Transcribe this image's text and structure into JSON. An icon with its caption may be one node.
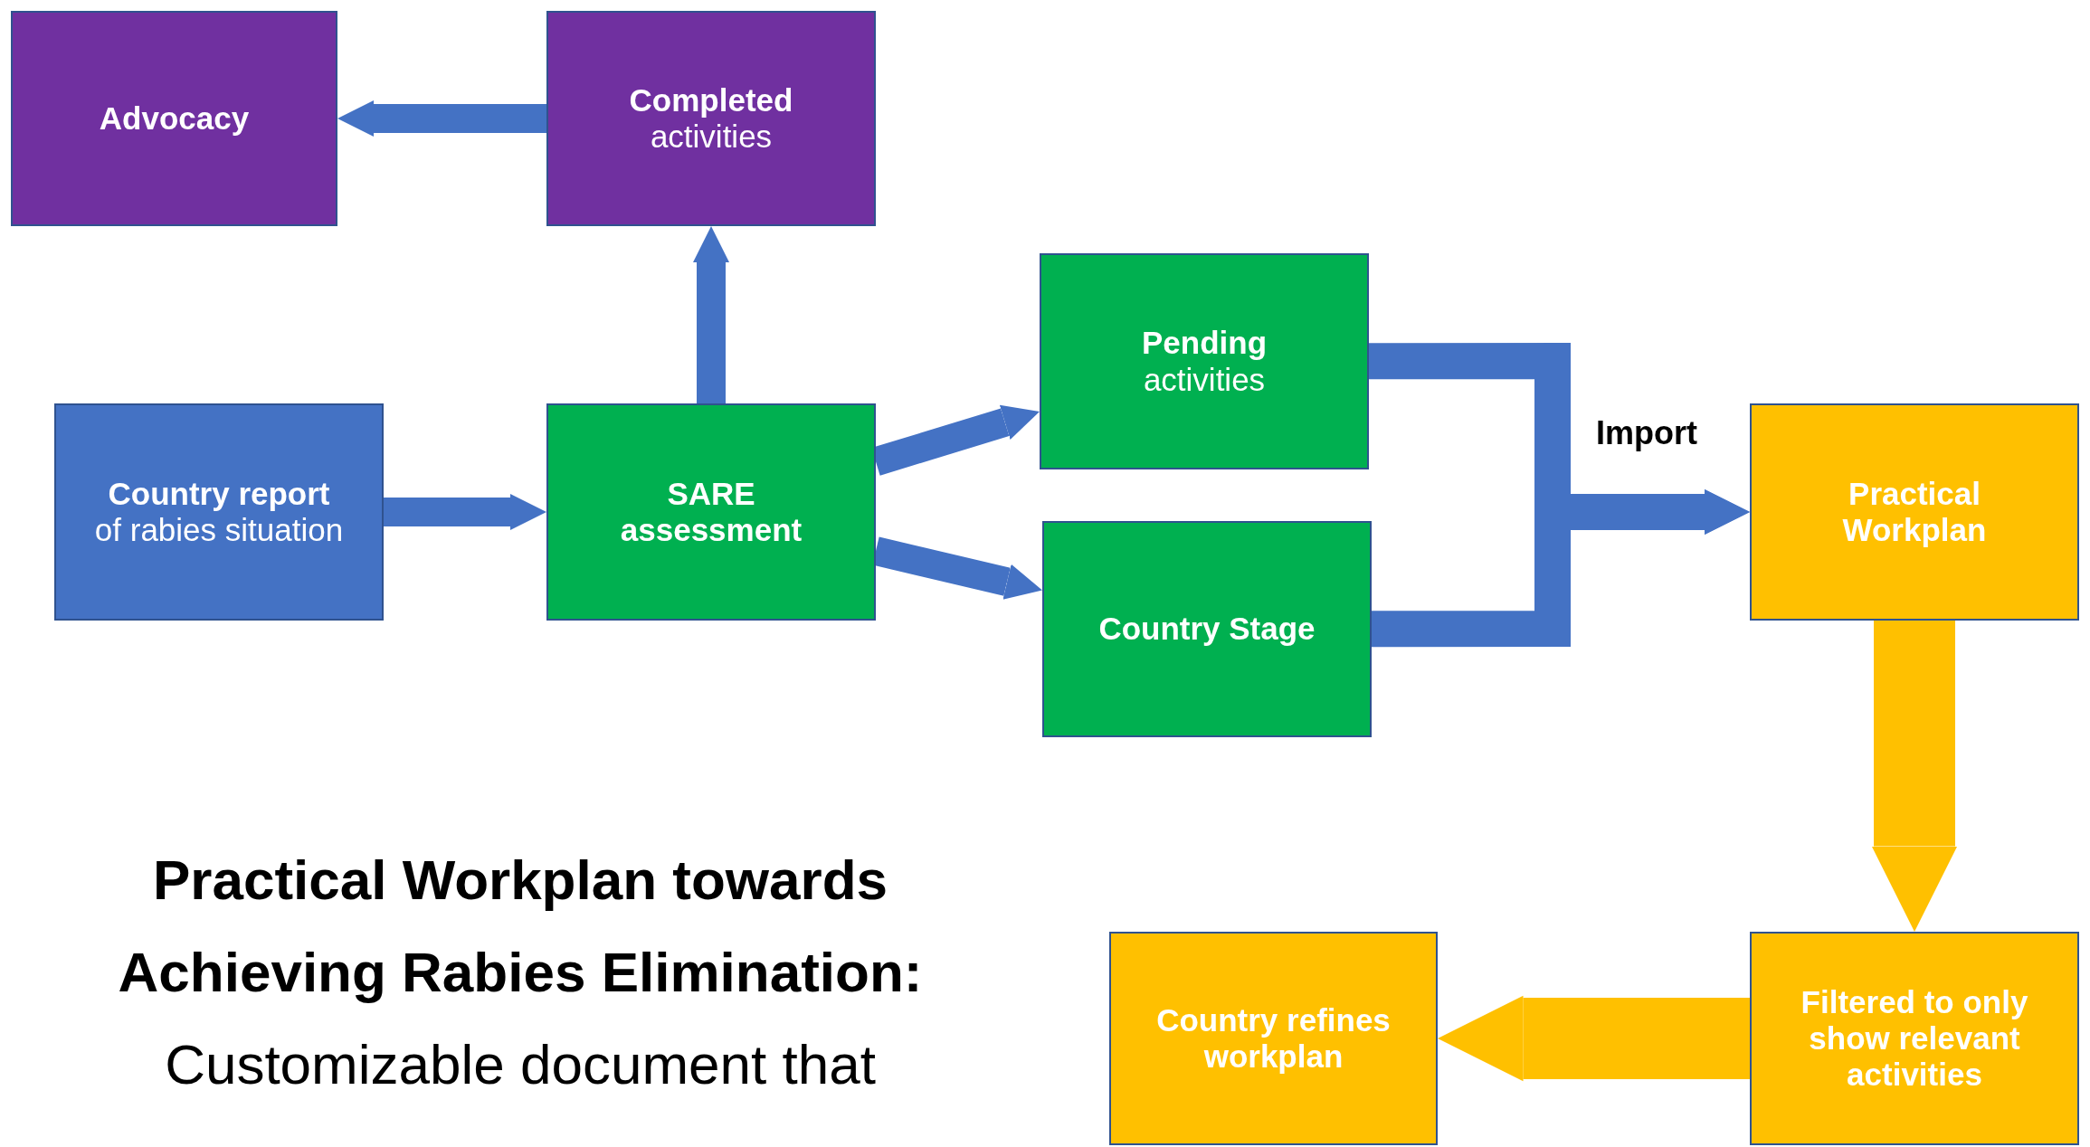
{
  "diagram": {
    "caption": "**Practical Workplan towards Achieving Rabies Elimination:** Customizable document that",
    "nodes": [
      {
        "text": [
          "Advocacy"
        ]
      },
      {
        "text": [
          "**Completed** activities"
        ]
      },
      {
        "text": [
          "**Country report** of rabies situation"
        ]
      },
      {
        "text": [
          "SARE assessment"
        ]
      },
      {
        "text": [
          "**Pending** activities"
        ]
      },
      {
        "text": [
          "Country Stage"
        ]
      },
      {
        "text": [
          "Practical Workplan"
        ]
      },
      {
        "text": [
          "Filtered to only show relevant activities"
        ]
      },
      {
        "text": [
          "Country refines workplan"
        ]
      }
    ],
    "edges": [
      {
        "from": 1,
        "to": 0,
        "arrow": "to"
      },
      {
        "from": 3,
        "to": 1,
        "arrow": "to"
      },
      {
        "from": 2,
        "to": 3,
        "arrow": "to"
      },
      {
        "from": 3,
        "to": 4,
        "arrow": "to"
      },
      {
        "from": 3,
        "to": 5,
        "arrow": "to"
      },
      {
        "from": 4,
        "to": 6,
        "arrow": "to",
        "label": "Import"
      },
      {
        "from": 5,
        "to": 6,
        "arrow": "to"
      },
      {
        "from": 6,
        "to": 7,
        "arrow": "to",
        "style": "thick",
        "color": "#ffc000"
      },
      {
        "from": 7,
        "to": 8,
        "arrow": "to",
        "style": "thick",
        "color": "#ffc000"
      }
    ]
  }
}
